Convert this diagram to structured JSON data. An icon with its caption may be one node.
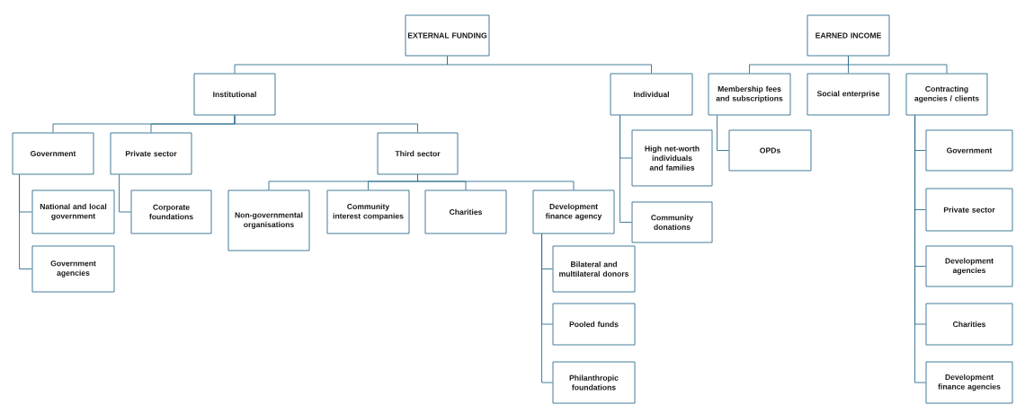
{
  "diagram": {
    "nodes": [
      {
        "text": [
          "EXTERNAL FUNDING"
        ]
      },
      {
        "text": [
          "Institutional"
        ]
      },
      {
        "text": [
          "Individual"
        ]
      },
      {
        "text": [
          "Government"
        ]
      },
      {
        "text": [
          "Private sector"
        ]
      },
      {
        "text": [
          "Third sector"
        ]
      },
      {
        "text": [
          "National and local government"
        ]
      },
      {
        "text": [
          "Government agencies"
        ]
      },
      {
        "text": [
          "Corporate foundations"
        ]
      },
      {
        "text": [
          "Non-governmental organisations"
        ]
      },
      {
        "text": [
          "Community interest companies"
        ]
      },
      {
        "text": [
          "Charities"
        ]
      },
      {
        "text": [
          "Development finance agency"
        ]
      },
      {
        "text": [
          "Bilateral and multilateral donors"
        ]
      },
      {
        "text": [
          "Pooled funds"
        ]
      },
      {
        "text": [
          "Philanthropic foundations"
        ]
      },
      {
        "text": [
          "High net-worth individuals and families"
        ]
      },
      {
        "text": [
          "Community donations"
        ]
      },
      {
        "text": [
          "EARNED INCOME"
        ]
      },
      {
        "text": [
          "Membership fees and subscriptions"
        ]
      },
      {
        "text": [
          "Social enterprise"
        ]
      },
      {
        "text": [
          "Contracting agencies / clients"
        ]
      },
      {
        "text": [
          "OPDs"
        ]
      },
      {
        "text": [
          "Government"
        ]
      },
      {
        "text": [
          "Private sector"
        ]
      },
      {
        "text": [
          "Development agencies"
        ]
      },
      {
        "text": [
          "Charities"
        ]
      },
      {
        "text": [
          "Development finance agencies"
        ]
      }
    ],
    "edges": [
      {
        "from": 0,
        "to": 1,
        "arrow": "none"
      },
      {
        "from": 0,
        "to": 2,
        "arrow": "none"
      },
      {
        "from": 1,
        "to": 3,
        "arrow": "none"
      },
      {
        "from": 1,
        "to": 4,
        "arrow": "none"
      },
      {
        "from": 1,
        "to": 5,
        "arrow": "none"
      },
      {
        "from": 3,
        "to": 6,
        "arrow": "none"
      },
      {
        "from": 3,
        "to": 7,
        "arrow": "none"
      },
      {
        "from": 4,
        "to": 8,
        "arrow": "none"
      },
      {
        "from": 5,
        "to": 9,
        "arrow": "none"
      },
      {
        "from": 5,
        "to": 10,
        "arrow": "none"
      },
      {
        "from": 5,
        "to": 11,
        "arrow": "none"
      },
      {
        "from": 5,
        "to": 12,
        "arrow": "none"
      },
      {
        "from": 12,
        "to": 13,
        "arrow": "none"
      },
      {
        "from": 12,
        "to": 14,
        "arrow": "none"
      },
      {
        "from": 12,
        "to": 15,
        "arrow": "none"
      },
      {
        "from": 2,
        "to": 16,
        "arrow": "none"
      },
      {
        "from": 2,
        "to": 17,
        "arrow": "none"
      },
      {
        "from": 18,
        "to": 19,
        "arrow": "none"
      },
      {
        "from": 18,
        "to": 20,
        "arrow": "none"
      },
      {
        "from": 18,
        "to": 21,
        "arrow": "none"
      },
      {
        "from": 19,
        "to": 22,
        "arrow": "none"
      },
      {
        "from": 21,
        "to": 23,
        "arrow": "none"
      },
      {
        "from": 21,
        "to": 24,
        "arrow": "none"
      },
      {
        "from": 21,
        "to": 25,
        "arrow": "none"
      },
      {
        "from": 21,
        "to": 26,
        "arrow": "none"
      },
      {
        "from": 21,
        "to": 27,
        "arrow": "none"
      }
    ]
  }
}
